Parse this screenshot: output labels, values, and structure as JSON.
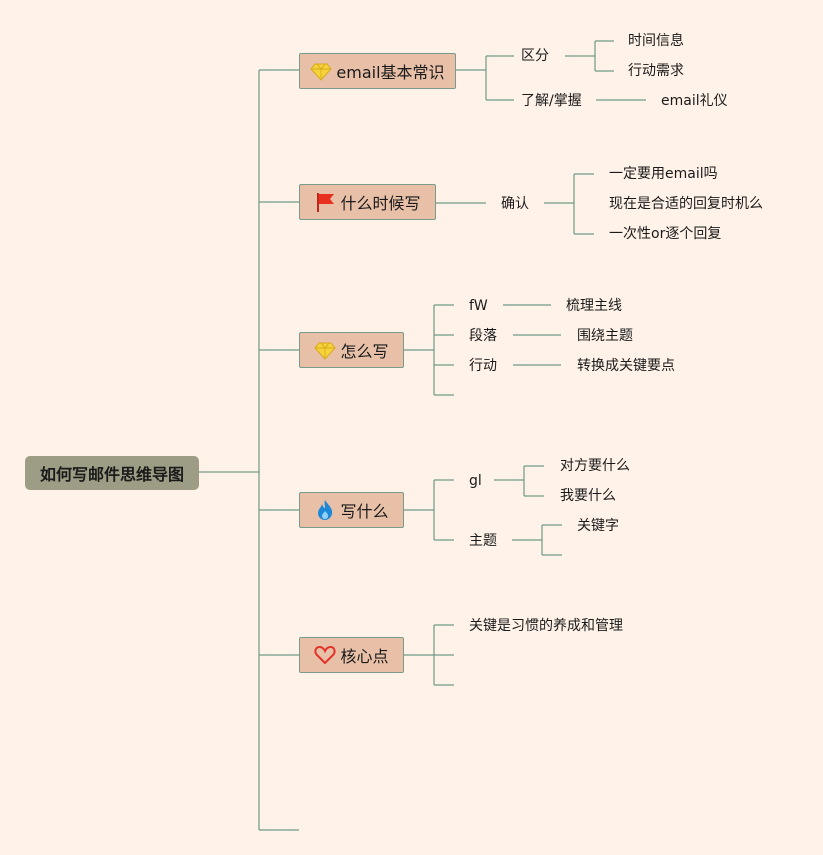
{
  "root": {
    "label": "如何写邮件思维导图"
  },
  "branches": [
    {
      "label": "email基本常识",
      "icon": "diamond-icon",
      "children": [
        {
          "label": "区分",
          "children": [
            "时间信息",
            "行动需求"
          ]
        },
        {
          "label": "了解/掌握",
          "children": [
            "email礼仪"
          ]
        }
      ]
    },
    {
      "label": "什么时候写",
      "icon": "red-flag-icon",
      "children": [
        {
          "label": "确认",
          "children": [
            "一定要用email吗",
            "现在是合适的回复时机么",
            "一次性or逐个回复"
          ]
        }
      ]
    },
    {
      "label": "怎么写",
      "icon": "diamond-icon",
      "children": [
        {
          "label": "fW",
          "children": [
            "梳理主线"
          ]
        },
        {
          "label": "段落",
          "children": [
            "围绕主题"
          ]
        },
        {
          "label": "行动",
          "children": [
            "转换成关键要点"
          ]
        },
        {
          "label": "",
          "children": []
        }
      ]
    },
    {
      "label": "写什么",
      "icon": "fire-icon",
      "children": [
        {
          "label": "gl",
          "children": [
            "对方要什么",
            "我要什么"
          ]
        },
        {
          "label": "主题",
          "children": [
            "关键字",
            ""
          ]
        }
      ]
    },
    {
      "label": "核心点",
      "icon": "heart-icon",
      "children": [
        {
          "label": "关键是习惯的养成和管理",
          "children": []
        },
        {
          "label": "",
          "children": []
        },
        {
          "label": "",
          "children": []
        }
      ]
    }
  ],
  "colors": {
    "background": "#fff2e8",
    "root_fill": "#9d9c84",
    "branch_fill": "#e8c0a8",
    "connector": "#6f9a88"
  }
}
